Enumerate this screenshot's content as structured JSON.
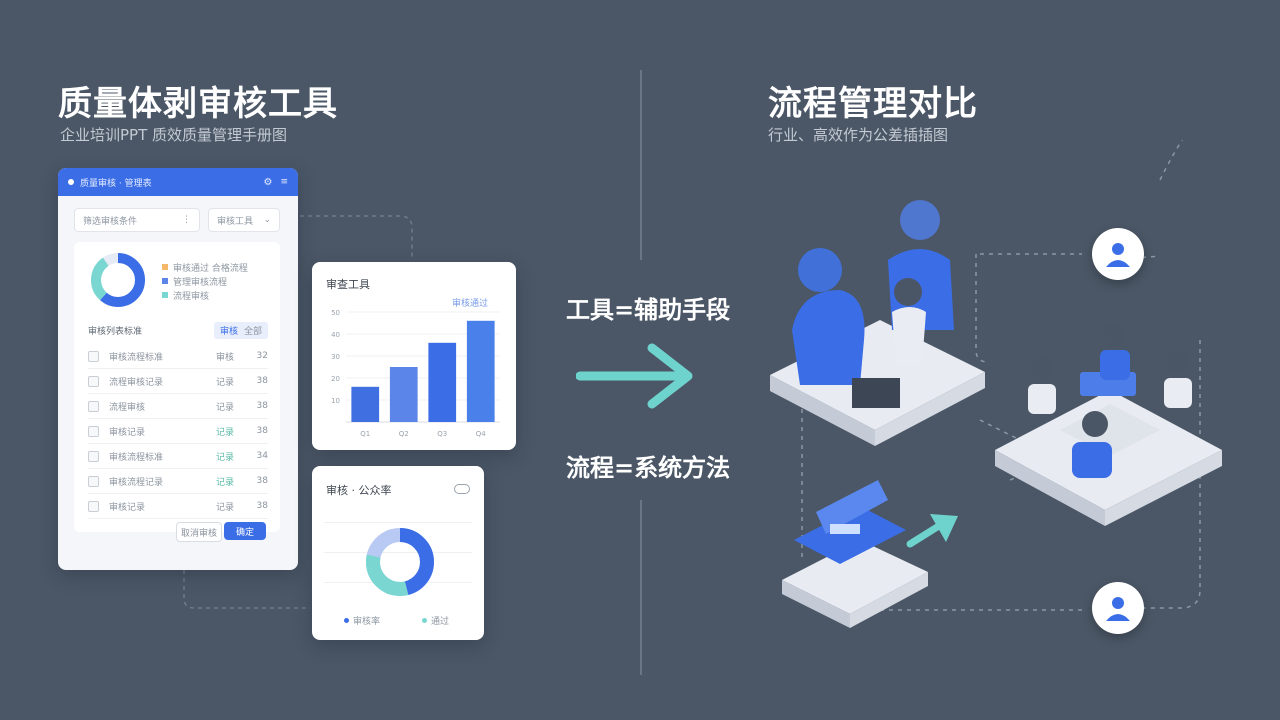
{
  "left": {
    "title": "质量体剥审核工具",
    "subtitle": "企业培训PPT  质效质量管理手册图"
  },
  "right": {
    "title": "流程管理对比",
    "subtitle": "行业、高效作为公差插插图"
  },
  "center": {
    "tool_text": "工具=辅助手段",
    "process_text": "流程=系统方法"
  },
  "app_window": {
    "header_label": "质量审核 · 管理表",
    "select_placeholder": "筛选审核条件",
    "dropdown_value": "审核工具",
    "legend": [
      "审核通过  合格流程",
      "管理审核流程",
      "流程审核"
    ],
    "section_label": "审核列表标准",
    "section_tabs": [
      "审核",
      "全部"
    ],
    "rows": [
      {
        "label": "审核流程标准",
        "status": "审核",
        "count": "32"
      },
      {
        "label": "流程审核记录",
        "status": "记录",
        "count": "38"
      },
      {
        "label": "流程审核",
        "status": "记录",
        "count": "38"
      },
      {
        "label": "审核记录",
        "status": "记录",
        "count": "38"
      },
      {
        "label": "审核流程标准",
        "status": "记录",
        "count": "34"
      },
      {
        "label": "审核流程记录",
        "status": "记录",
        "count": "38"
      },
      {
        "label": "审核记录",
        "status": "记录",
        "count": "38"
      }
    ],
    "cancel_label": "取消审核",
    "confirm_label": "确定"
  },
  "bar_card": {
    "title": "审查工具",
    "legend": "审核通过",
    "y_ticks": [
      "50",
      "40",
      "30",
      "20",
      "10"
    ],
    "colors": [
      "#3f6fe0",
      "#5b85e8",
      "#3b6ee6",
      "#4a80ea"
    ]
  },
  "chart_data": {
    "type": "bar",
    "categories": [
      "Q1",
      "Q2",
      "Q3",
      "Q4"
    ],
    "values": [
      16,
      25,
      36,
      46
    ],
    "ylim": [
      0,
      50
    ],
    "title": "审查工具"
  },
  "donut_card": {
    "title": "审核 · 公众率",
    "legend": [
      "审核率",
      "通过"
    ],
    "colors": [
      "#3b6ee6",
      "#79d6d1",
      "#b8c9f3"
    ]
  },
  "colors": {
    "background": "#4b5766",
    "accent_blue": "#3b6ee6",
    "accent_teal": "#6fd3cd"
  },
  "icons": [
    "user-icon",
    "arrow-right-icon",
    "gear-icon",
    "chevron-down-icon"
  ]
}
